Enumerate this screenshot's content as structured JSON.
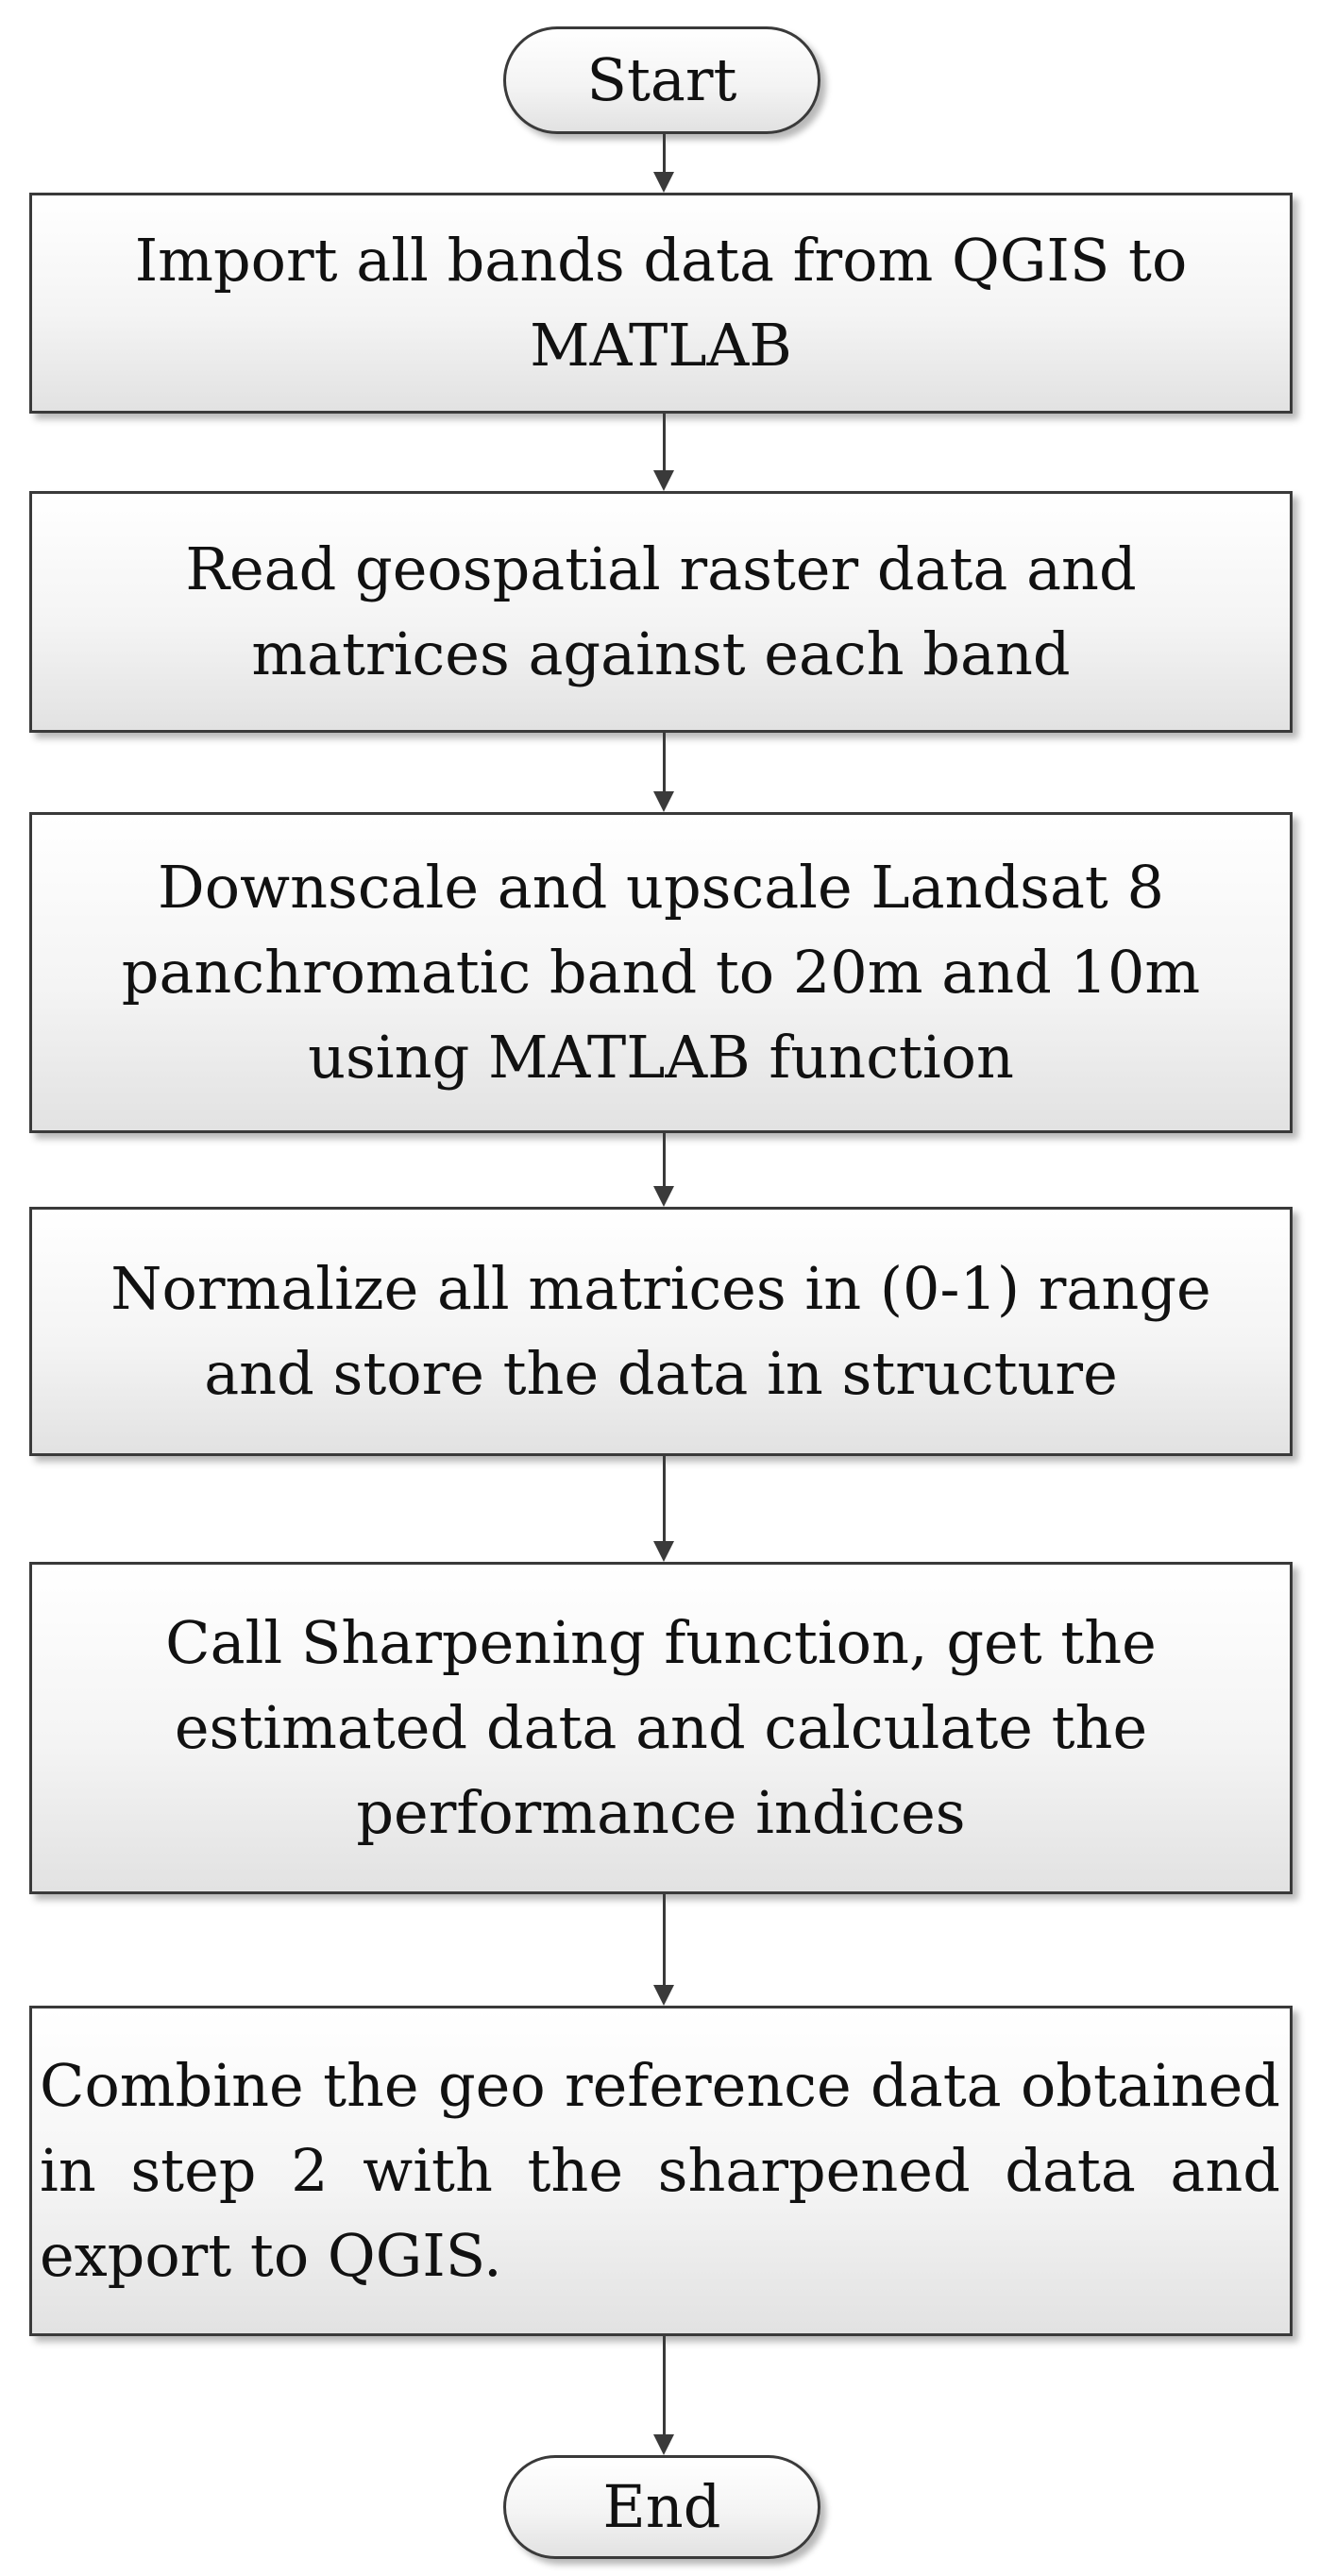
{
  "flowchart": {
    "start": "Start",
    "steps": [
      "Import all bands data from QGIS to\nMATLAB",
      "Read geospatial raster data and\nmatrices against each band",
      "Downscale and upscale Landsat 8\npanchromatic band to 20m and 10m\nusing MATLAB function",
      "Normalize all matrices in (0-1) range\nand store the data in structure",
      "Call Sharpening function, get the\nestimated data and calculate the\nperformance indices",
      "Combine the geo reference data obtained in step 2 with the sharpened data and export to QGIS."
    ],
    "end": "End"
  }
}
